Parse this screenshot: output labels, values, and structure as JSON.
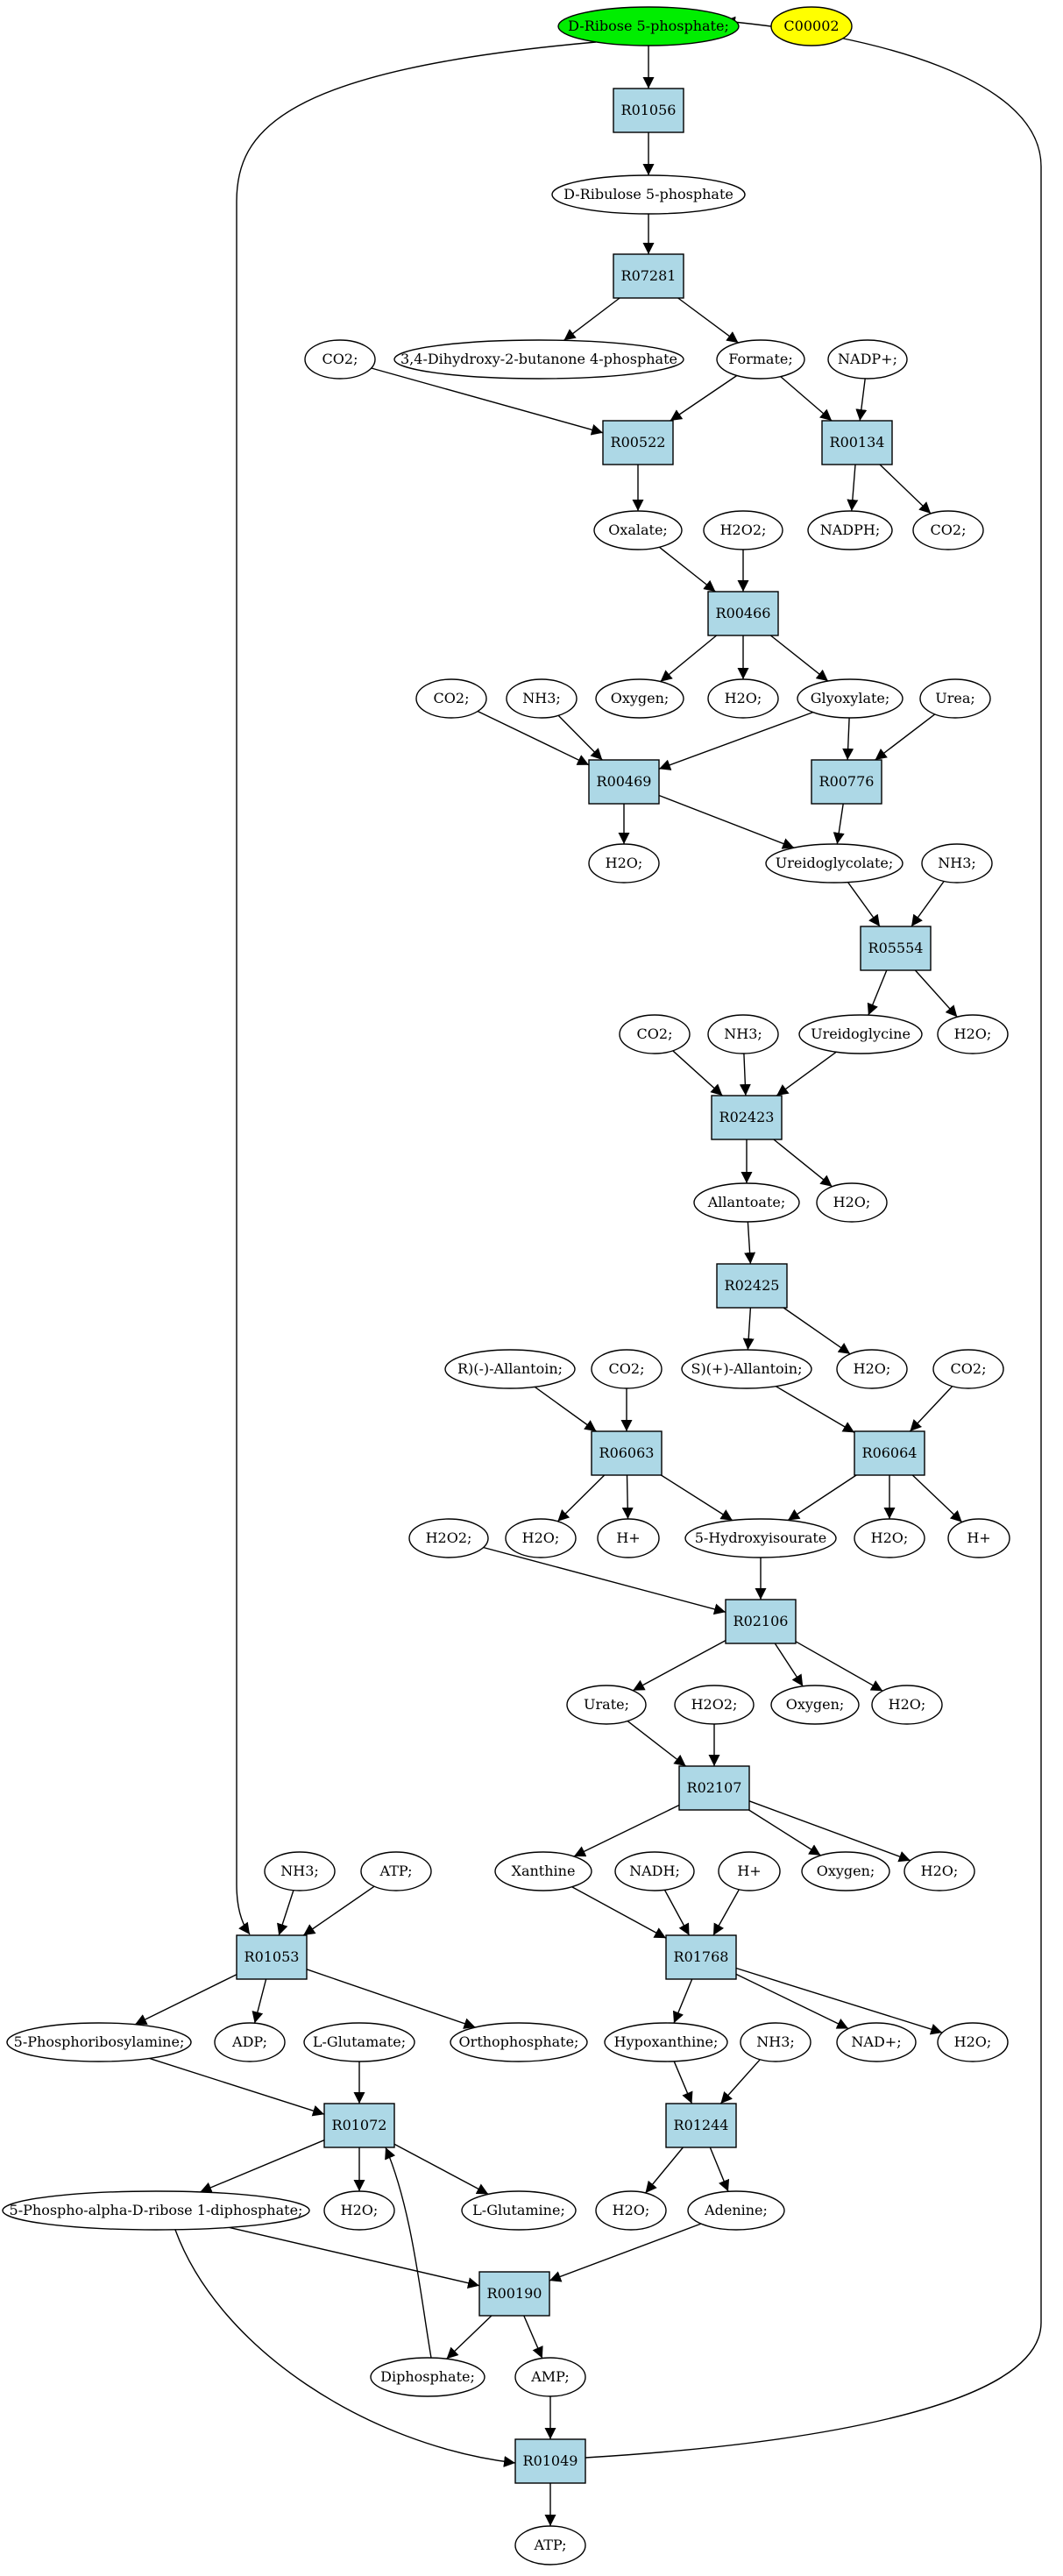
{
  "colors": {
    "metabolite_fill": "#ffffff",
    "reaction_fill": "#add8e6",
    "start_fill": "#00ee00",
    "tag_fill": "#ffff00",
    "edge": "#000000"
  },
  "nodes": {
    "ribose5p": "D-Ribose 5-phosphate;",
    "c00002": "C00002",
    "R01056": "R01056",
    "ribulose5p": "D-Ribulose 5-phosphate",
    "R07281": "R07281",
    "dhbp": "3,4-Dihydroxy-2-butanone 4-phosphate",
    "formate": "Formate;",
    "co2_a": "CO2;",
    "nadp": "NADP+;",
    "R00522": "R00522",
    "R00134": "R00134",
    "oxalate": "Oxalate;",
    "h2o2_a": "H2O2;",
    "nadph": "NADPH;",
    "co2_b": "CO2;",
    "R00466": "R00466",
    "oxygen_a": "Oxygen;",
    "h2o_a": "H2O;",
    "glyoxylate": "Glyoxylate;",
    "co2_c": "CO2;",
    "nh3_a": "NH3;",
    "urea": "Urea;",
    "R00469": "R00469",
    "R00776": "R00776",
    "h2o_b": "H2O;",
    "ureidoglycolate": "Ureidoglycolate;",
    "nh3_b": "NH3;",
    "R05554": "R05554",
    "co2_d": "CO2;",
    "nh3_c": "NH3;",
    "ureidoglycine": "Ureidoglycine",
    "h2o_c": "H2O;",
    "R02423": "R02423",
    "allantoate": "Allantoate;",
    "h2o_d": "H2O;",
    "R02425": "R02425",
    "r_allantoin": "R)(-)-Allantoin;",
    "co2_e": "CO2;",
    "s_allantoin": "S)(+)-Allantoin;",
    "h2o_e": "H2O;",
    "co2_f": "CO2;",
    "R06063": "R06063",
    "R06064": "R06064",
    "h2o2_b": "H2O2;",
    "h2o_f": "H2O;",
    "hplus_a": "H+",
    "hydroxyisourate": "5-Hydroxyisourate",
    "h2o_g": "H2O;",
    "hplus_b": "H+",
    "R02106": "R02106",
    "urate": "Urate;",
    "h2o2_c": "H2O2;",
    "oxygen_b": "Oxygen;",
    "h2o_h": "H2O;",
    "R02107": "R02107",
    "nh3_d": "NH3;",
    "atp_a": "ATP;",
    "xanthine": "Xanthine",
    "nadh": "NADH;",
    "hplus_c": "H+",
    "oxygen_c": "Oxygen;",
    "h2o_i": "H2O;",
    "R01053": "R01053",
    "R01768": "R01768",
    "pribosylamine": "5-Phosphoribosylamine;",
    "adp": "ADP;",
    "lglutamate": "L-Glutamate;",
    "orthophosphate": "Orthophosphate;",
    "hypoxanthine": "Hypoxanthine;",
    "nh3_e": "NH3;",
    "nadplus": "NAD+;",
    "h2o_j": "H2O;",
    "R01072": "R01072",
    "R01244": "R01244",
    "prpp": "5-Phospho-alpha-D-ribose 1-diphosphate;",
    "h2o_k": "H2O;",
    "lglutamine": "L-Glutamine;",
    "h2o_l": "H2O;",
    "adenine": "Adenine;",
    "R00190": "R00190",
    "diphosphate": "Diphosphate;",
    "amp": "AMP;",
    "R01049": "R01049",
    "atp_b": "ATP;"
  }
}
